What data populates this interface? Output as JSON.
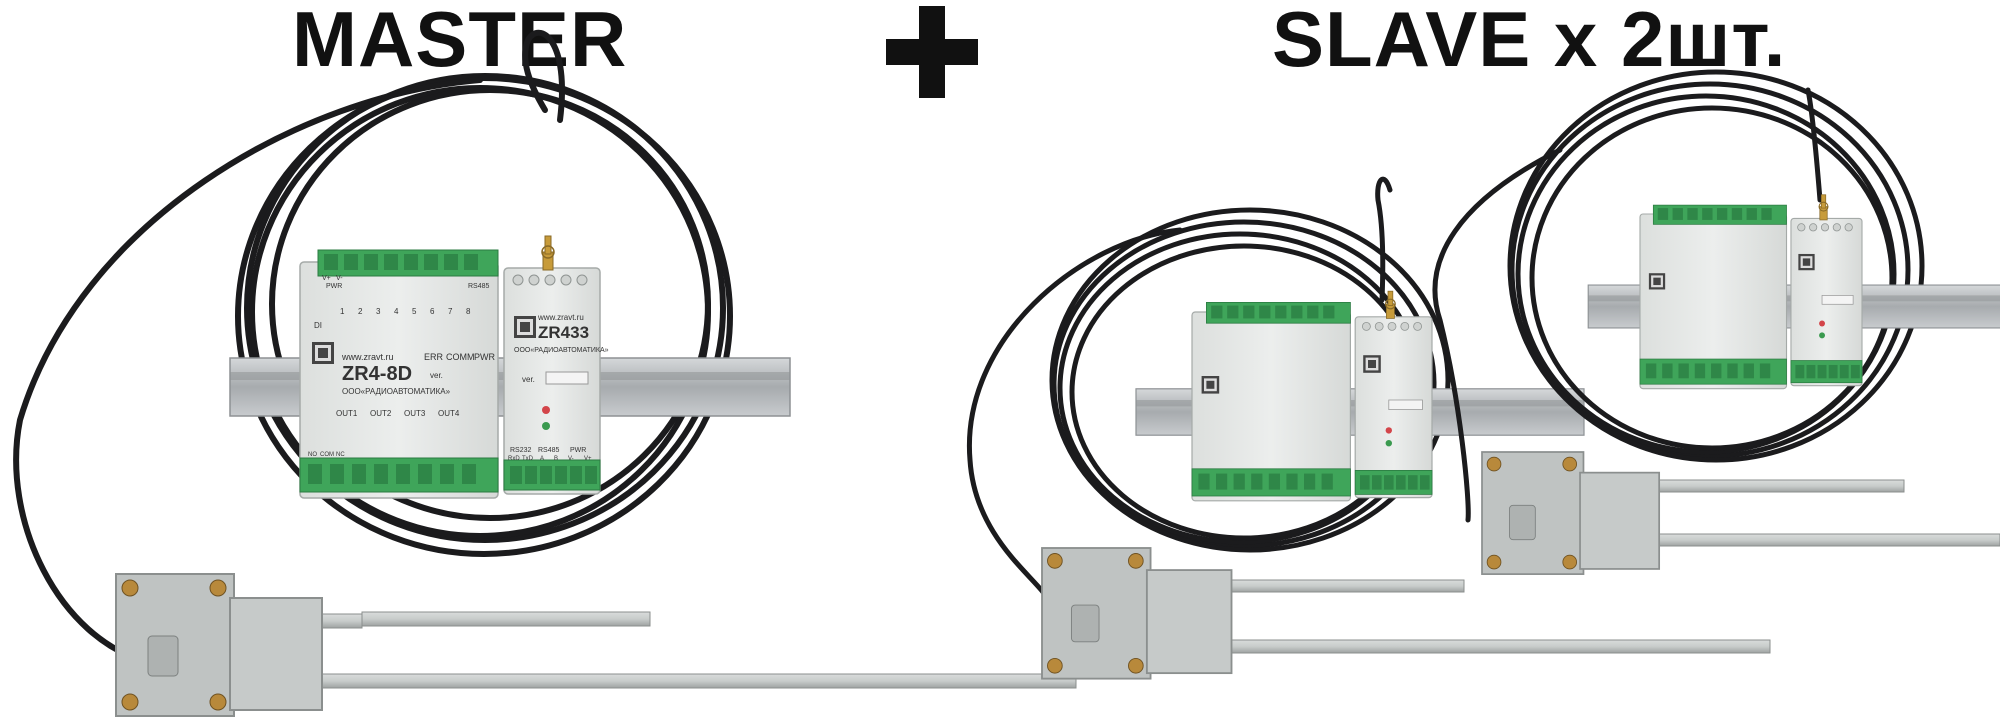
{
  "header": {
    "master_label": "MASTER",
    "slave_label": "SLAVE x 2шт."
  },
  "device_main": {
    "model": "ZR4-8D",
    "website": "www.zravt.ru",
    "company": "ООО«РАДИОАВТОМАТИКА»",
    "indicators": [
      "ERR",
      "COMM",
      "PWR"
    ],
    "ver_label": "ver.",
    "outputs": [
      "OUT1",
      "OUT2",
      "OUT3",
      "OUT4"
    ],
    "terminal_labels": [
      "NO",
      "COM",
      "NC"
    ],
    "di_label": "DI",
    "pwr_label": "PWR",
    "rs485_label": "RS485",
    "channels": [
      "1",
      "2",
      "3",
      "4",
      "5",
      "6",
      "7",
      "8"
    ],
    "power_pins": [
      "V+",
      "V-"
    ]
  },
  "device_radio": {
    "model": "ZR433",
    "website": "www.zravt.ru",
    "company": "ООО«РАДИОАВТОМАТИКА»",
    "ver_label": "ver.",
    "ports": [
      "RS232",
      "RS485",
      "PWR"
    ],
    "pins": [
      "RxD",
      "TxD",
      "A",
      "B",
      "V-",
      "V+"
    ]
  },
  "colors": {
    "module_body": "#e6e8e6",
    "terminal_green": "#3fa55a",
    "din_rail": "#b9bdc0",
    "cable": "#1b1b1d",
    "bracket": "#bfc3c2",
    "brass_screw": "#b8893b"
  }
}
